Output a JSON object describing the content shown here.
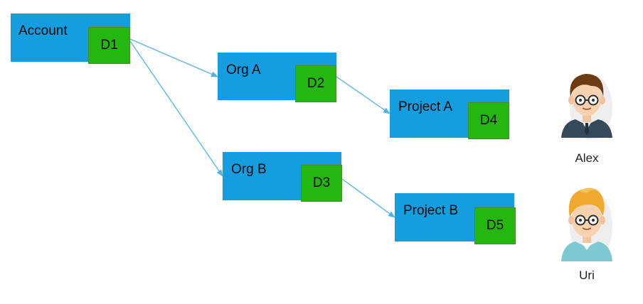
{
  "colors": {
    "node": "#149ee0",
    "doc": "#23b70f",
    "arrow": "#4fb3e3"
  },
  "nodes": [
    {
      "label": "Account",
      "doc": "D1"
    },
    {
      "label": "Org A",
      "doc": "D2"
    },
    {
      "label": "Org B",
      "doc": "D3"
    },
    {
      "label": "Project A",
      "doc": "D4"
    },
    {
      "label": "Project B",
      "doc": "D5"
    }
  ],
  "people": [
    {
      "name": "Alex",
      "icon": "user-avatar-icon"
    },
    {
      "name": "Uri",
      "icon": "user-avatar-icon"
    }
  ]
}
